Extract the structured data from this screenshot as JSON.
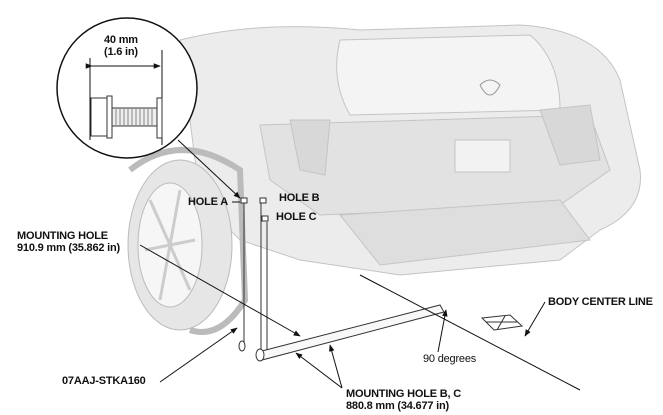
{
  "detail_callout": {
    "dimension_mm": "40 mm",
    "dimension_in": "(1.6 in)"
  },
  "labels": {
    "hole_a": "HOLE A",
    "hole_b": "HOLE B",
    "hole_c": "HOLE C",
    "mounting_hole_title": "MOUNTING HOLE",
    "mounting_hole_value": "910.9 mm (35.862 in)",
    "tool_number": "07AAJ-STKA160",
    "mounting_hole_bc_title": "MOUNTING HOLE B, C",
    "mounting_hole_bc_value": "880.8 mm (34.677 in)",
    "body_center_line": "BODY CENTER LINE",
    "angle": "90 degrees"
  }
}
